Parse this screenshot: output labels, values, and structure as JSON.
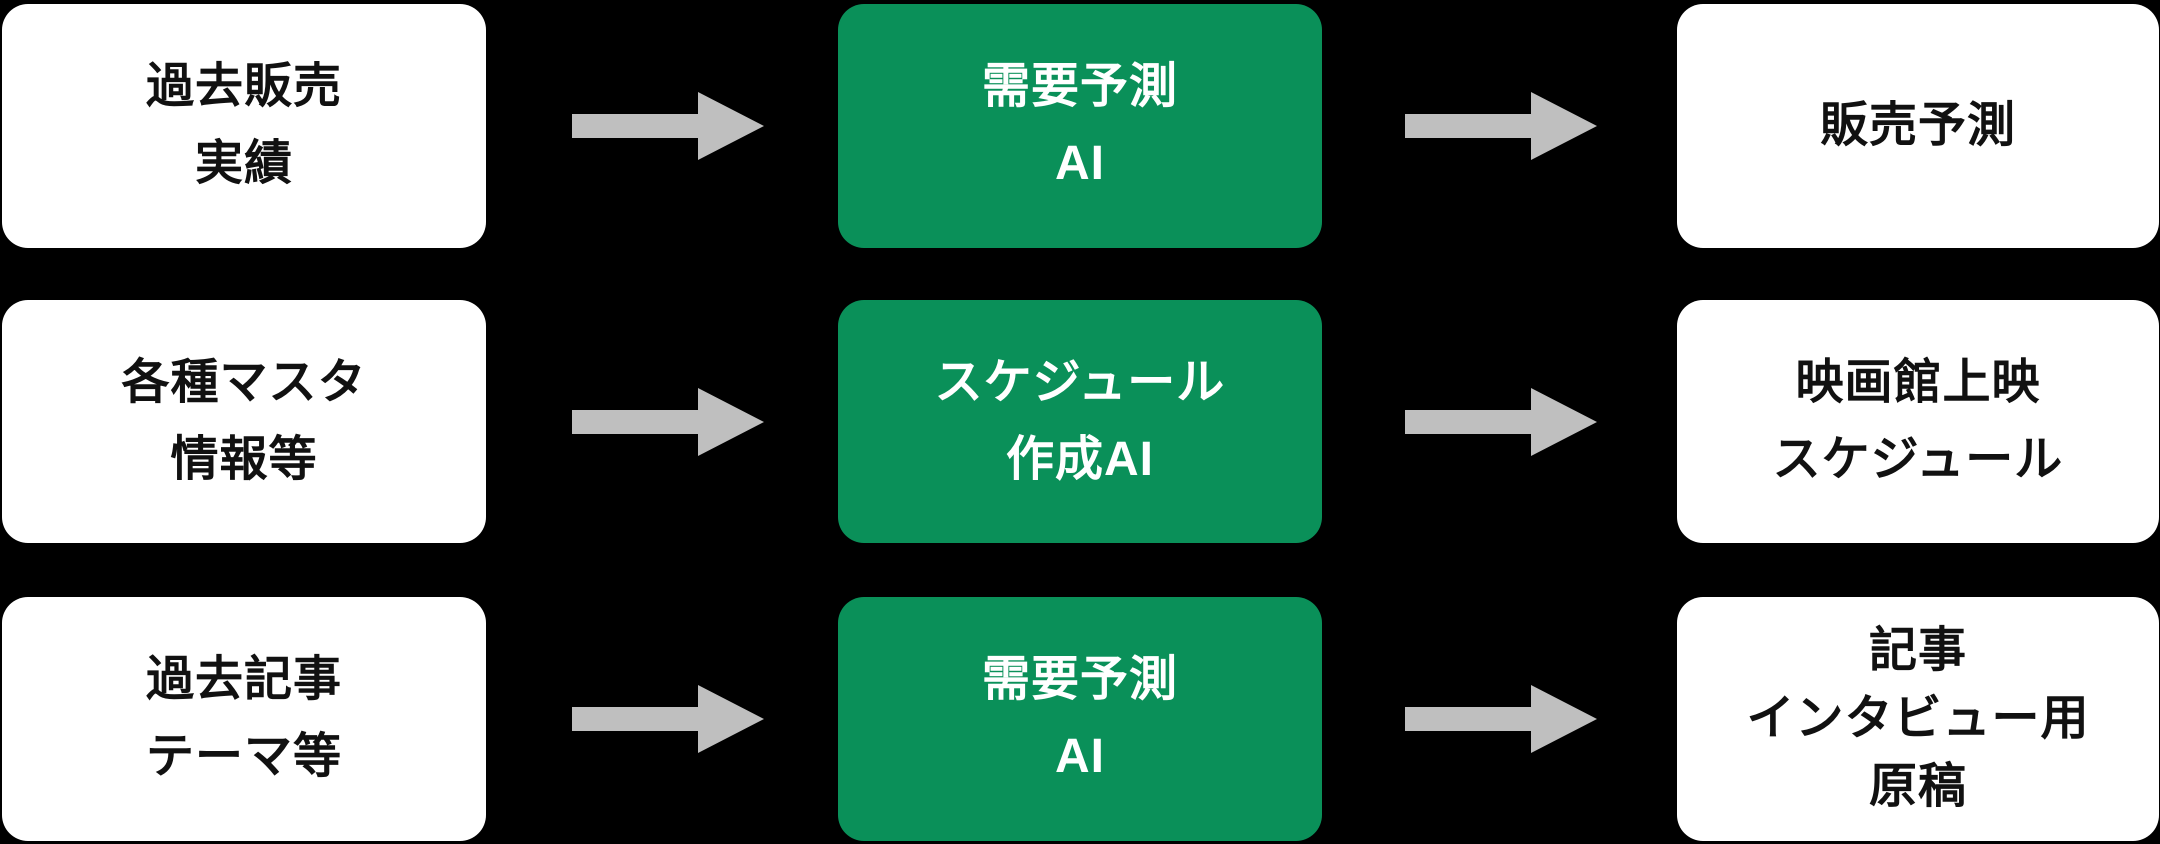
{
  "diagram": {
    "type": "flow",
    "colors": {
      "background": "#000000",
      "input_box": "#ffffff",
      "ai_box": "#0a9059",
      "arrow": "#bfbfbf",
      "input_text": "#111111",
      "ai_text": "#ffffff"
    },
    "rows": [
      {
        "input_lines": [
          "過去販売",
          "実績"
        ],
        "ai_lines": [
          "需要予測",
          "AI"
        ],
        "output_lines": [
          "販売予測"
        ]
      },
      {
        "input_lines": [
          "各種マスタ",
          "情報等"
        ],
        "ai_lines": [
          "スケジュール",
          "作成AI"
        ],
        "output_lines": [
          "映画館上映",
          "スケジュール"
        ]
      },
      {
        "input_lines": [
          "過去記事",
          "テーマ等"
        ],
        "ai_lines": [
          "需要予測",
          "AI"
        ],
        "output_lines": [
          "記事",
          "インタビュー用",
          "原稿"
        ]
      }
    ]
  }
}
